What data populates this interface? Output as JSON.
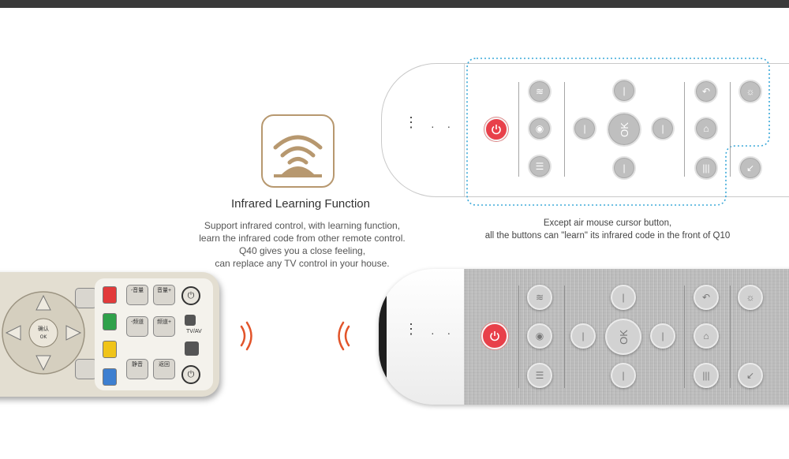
{
  "feature": {
    "icon": "infrared-signal-icon",
    "title": "Infrared Learning Function",
    "description": [
      "Support infrared control, with learning function,",
      "learn the infrared code from other remote control.",
      "Q40 gives you a close feeling,",
      "can replace any TV control in your house."
    ]
  },
  "caption": [
    "Except air mouse cursor button,",
    "all the buttons can \"learn\" its infrared code in the front of Q10"
  ],
  "remote_buttons": {
    "ok_label": "OK",
    "icons": [
      "power-icon",
      "voice-icon",
      "mic-icon",
      "settings-icon",
      "minus-icon",
      "back-icon",
      "home-icon",
      "menu-icon",
      "brightness-icon",
      "cursor-icon"
    ]
  },
  "colors": {
    "accent_gold": "#b7986f",
    "power_red": "#e8404a",
    "ir_wave": "#e2542a",
    "dashed_blue": "#3aa8d8"
  },
  "old_remote": {
    "color_keys": [
      "#e23a3a",
      "#2fa14a",
      "#f0c419",
      "#3d7fd0"
    ],
    "labels": [
      "-音量",
      "音量+",
      "-频道",
      "频道+",
      "静音",
      "返回",
      "TV/AV"
    ]
  }
}
